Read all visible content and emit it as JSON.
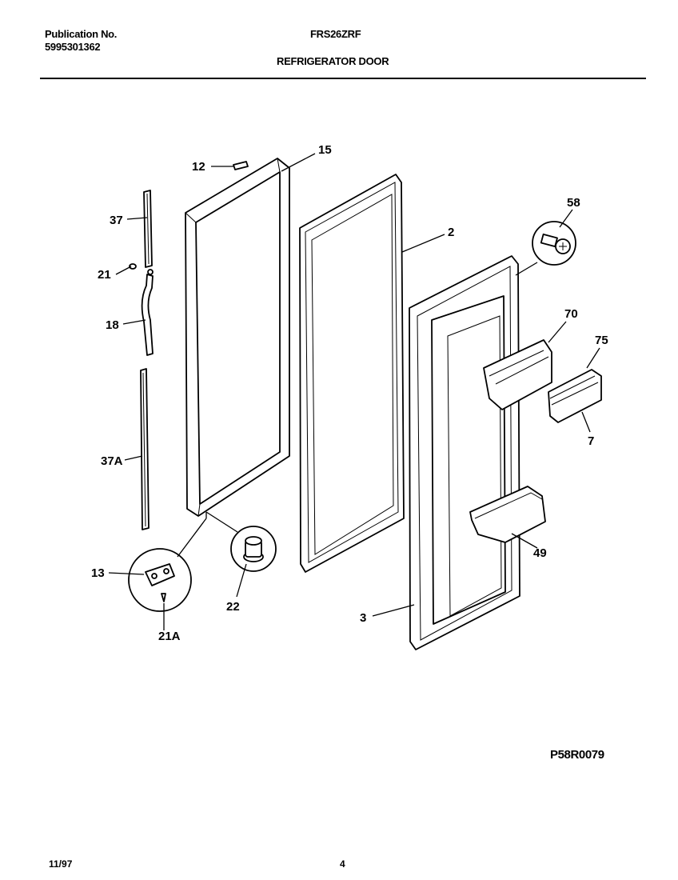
{
  "header": {
    "pub_label": "Publication No.",
    "pub_number": "5995301362",
    "model": "FRS26ZRF",
    "section": "REFRIGERATOR DOOR"
  },
  "diagram": {
    "callouts": {
      "p12": "12",
      "p15": "15",
      "p2": "2",
      "p58": "58",
      "p37": "37",
      "p21": "21",
      "p18": "18",
      "p70": "70",
      "p75": "75",
      "p7": "7",
      "p37a": "37A",
      "p13": "13",
      "p22": "22",
      "p21a": "21A",
      "p49": "49",
      "p3": "3"
    },
    "figure_code": "P58R0079"
  },
  "footer": {
    "date": "11/97",
    "page": "4"
  }
}
